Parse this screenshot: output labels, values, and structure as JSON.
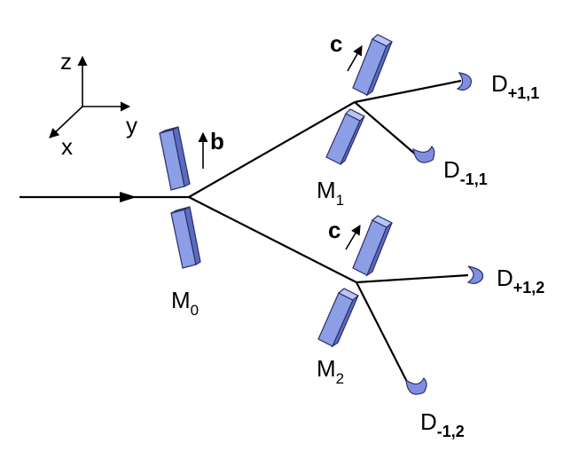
{
  "axes": {
    "z_label": "z",
    "y_label": "y",
    "x_label": "x"
  },
  "magnets": {
    "m0": {
      "label": "M",
      "sub": "0"
    },
    "m1": {
      "label": "M",
      "sub": "1"
    },
    "m2": {
      "label": "M",
      "sub": "2"
    }
  },
  "field_directions": {
    "b": "b",
    "c_upper": "c",
    "c_lower": "c"
  },
  "detectors": {
    "d_p11": {
      "label": "D",
      "sub": "+1,1"
    },
    "d_m11": {
      "label": "D",
      "sub": "-1,1"
    },
    "d_p12": {
      "label": "D",
      "sub": "+1,2"
    },
    "d_m12": {
      "label": "D",
      "sub": "-1,2"
    }
  },
  "colors": {
    "magnet_face": "#8c9ee6",
    "magnet_side": "#5a6cc0",
    "magnet_top": "#b9c5f3",
    "detector": "#7f8fe0",
    "beam": "#000000"
  }
}
